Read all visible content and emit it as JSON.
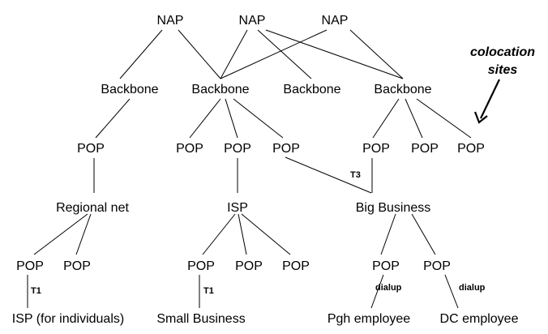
{
  "diagram": {
    "nodes": {
      "nap_1": "NAP",
      "nap_2": "NAP",
      "nap_3": "NAP",
      "backbone_1": "Backbone",
      "backbone_2": "Backbone",
      "backbone_3": "Backbone",
      "backbone_4": "Backbone",
      "pop_a": "POP",
      "pop_b1": "POP",
      "pop_b2": "POP",
      "pop_b3": "POP",
      "pop_d1": "POP",
      "pop_d2": "POP",
      "pop_d3": "POP",
      "regional_net": "Regional net",
      "isp": "ISP",
      "big_business": "Big Business",
      "pop_r1": "POP",
      "pop_r2": "POP",
      "pop_i1": "POP",
      "pop_i2": "POP",
      "pop_i3": "POP",
      "pop_bb1": "POP",
      "pop_bb2": "POP",
      "isp_individuals": "ISP (for individuals)",
      "small_business": "Small Business",
      "pgh_employee": "Pgh employee",
      "dc_employee": "DC employee"
    },
    "link_labels": {
      "t3": "T3",
      "t1_left": "T1",
      "t1_middle": "T1",
      "dialup_left": "dialup",
      "dialup_right": "dialup"
    },
    "annotation": {
      "line1": "colocation",
      "line2": "sites"
    },
    "colors": {
      "line": "#000000",
      "text": "#000000",
      "background": "#ffffff"
    }
  }
}
